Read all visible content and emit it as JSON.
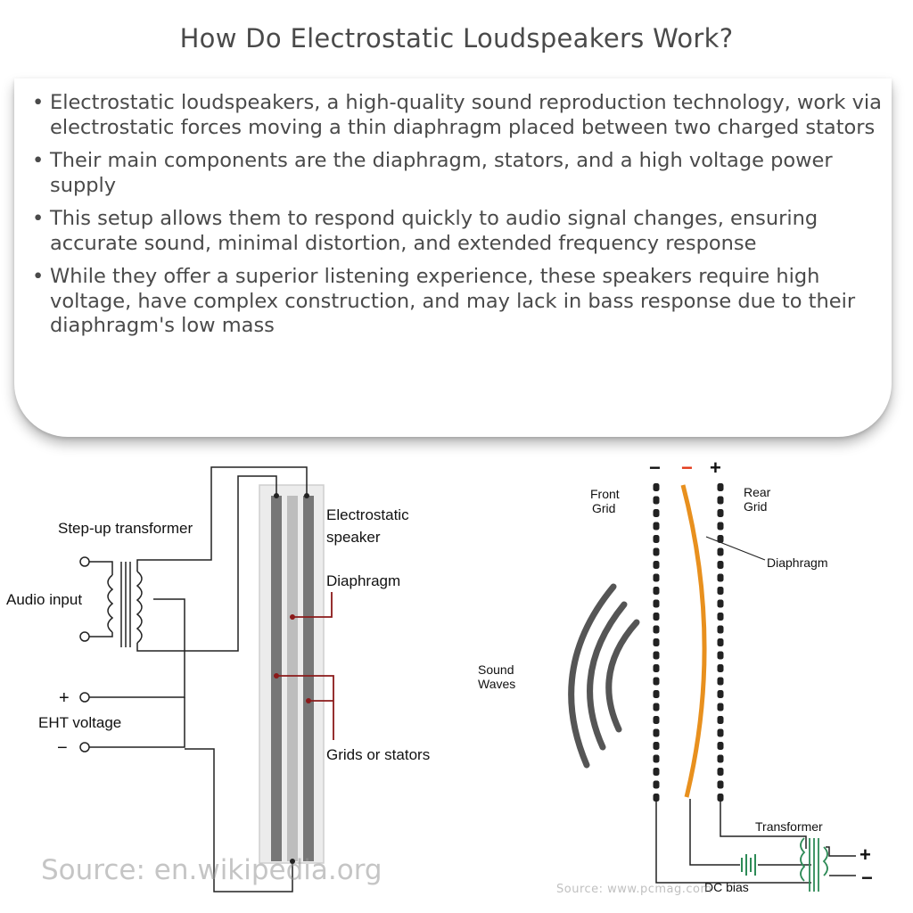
{
  "header": {
    "title": "How Do Electrostatic Loudspeakers Work?"
  },
  "summary": {
    "bullets": [
      "Electrostatic loudspeakers, a high-quality sound reproduction technology, work via electrostatic forces moving a thin diaphragm placed between two charged stators",
      "Their main components are the diaphragm, stators, and a high voltage power supply",
      "This setup allows them to respond quickly to audio signal changes, ensuring accurate sound, minimal distortion, and extended frequency response",
      "While they offer a superior listening experience, these speakers require high voltage, have complex construction, and may lack in bass response due to their diaphragm's low mass"
    ]
  },
  "left_diagram": {
    "transformer_label": "Step-up transformer",
    "audio_input_label": "Audio input",
    "eht_label": "EHT voltage",
    "eht_plus": "+",
    "eht_minus": "−",
    "speaker_label_line1": "Electrostatic",
    "speaker_label_line2": "speaker",
    "diaphragm_label": "Diaphragm",
    "stators_label": "Grids or stators",
    "source": "Source: en.wikipedia.org"
  },
  "right_diagram": {
    "front_grid_sign": "−",
    "diaphragm_sign": "−",
    "rear_grid_sign": "+",
    "front_grid_line1": "Front",
    "front_grid_line2": "Grid",
    "rear_grid_line1": "Rear",
    "rear_grid_line2": "Grid",
    "diaphragm_label": "Diaphragm",
    "sound_waves_line1": "Sound",
    "sound_waves_line2": "Waves",
    "transformer_label": "Transformer",
    "dc_bias_label": "DC bias",
    "output_plus": "+",
    "output_minus": "−",
    "source": "Source: www.pcmag.com"
  },
  "colors": {
    "diaphragm_orange": "#e8901e",
    "lead_red": "#8b1a1a",
    "transformer_green": "#2e8b57"
  }
}
